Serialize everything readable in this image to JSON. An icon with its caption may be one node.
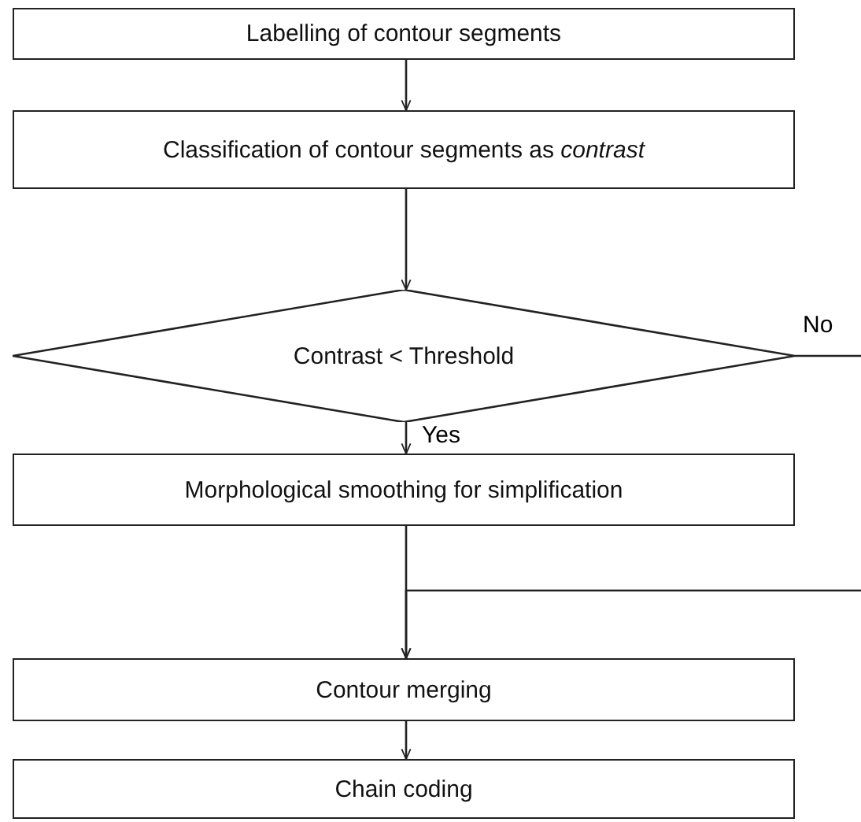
{
  "diagram": {
    "nodes": [
      {
        "text": [
          "Labelling of contour segments"
        ]
      },
      {
        "text": [
          "Classification of contour segments as *contrast*"
        ]
      },
      {
        "text": [
          "Contrast < Threshold"
        ]
      },
      {
        "text": [
          "Morphological smoothing for simplification"
        ]
      },
      {
        "text": [
          "Contour merging"
        ]
      },
      {
        "text": [
          "Chain coding"
        ]
      }
    ],
    "edges": [
      {
        "from": 0,
        "to": 1,
        "arrow": "to"
      },
      {
        "from": 1,
        "to": 2,
        "arrow": "to"
      },
      {
        "from": 2,
        "to": 3,
        "arrow": "to",
        "label": "Yes"
      },
      {
        "from": 2,
        "to": null,
        "arrow": "none",
        "label": "No"
      },
      {
        "from": 3,
        "to": 4,
        "arrow": "to"
      },
      {
        "from": null,
        "to": 4,
        "arrow": "to"
      },
      {
        "from": 4,
        "to": 5,
        "arrow": "to"
      }
    ]
  }
}
